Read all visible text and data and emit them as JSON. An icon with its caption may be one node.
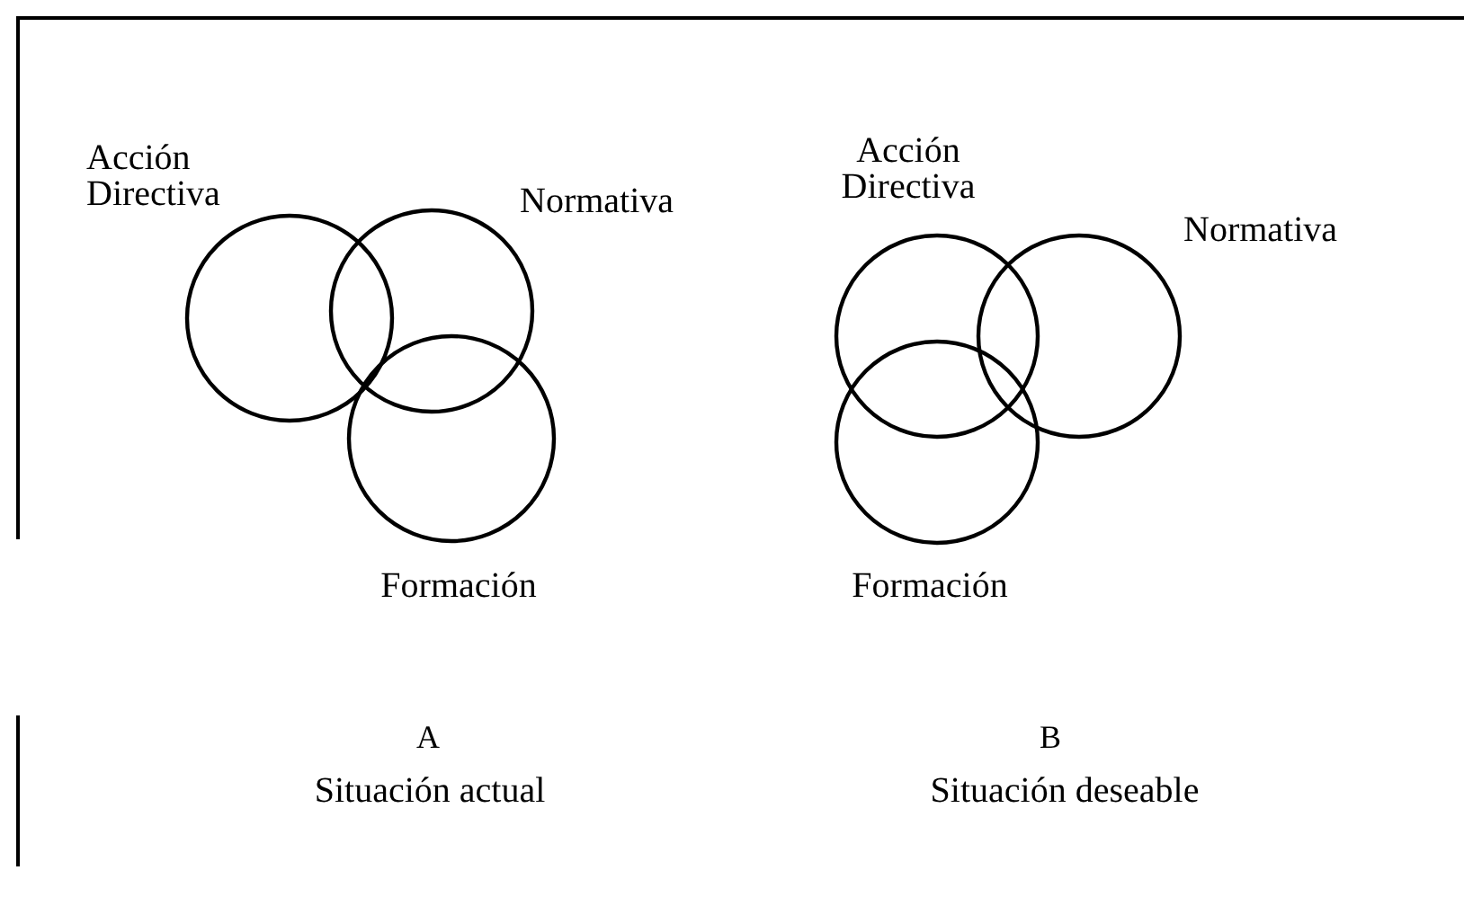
{
  "diagram": {
    "nodes": [
      {
        "text": [],
        "shape": "circle",
        "beside": [
          "Acción Directiva"
        ]
      },
      {
        "text": [],
        "shape": "circle",
        "beside": [
          "Normativa"
        ]
      },
      {
        "text": [],
        "shape": "circle",
        "beside": [
          "Formación"
        ]
      },
      {
        "text": [],
        "shape": "circle",
        "beside": [
          "Acción Directiva"
        ]
      },
      {
        "text": [],
        "shape": "circle",
        "beside": [
          "Normativa"
        ]
      },
      {
        "text": [],
        "shape": "circle",
        "beside": [
          "Formación"
        ]
      }
    ],
    "edges": [],
    "labels": [
      "A",
      "Situación actual",
      "B",
      "Situación deseable"
    ]
  }
}
